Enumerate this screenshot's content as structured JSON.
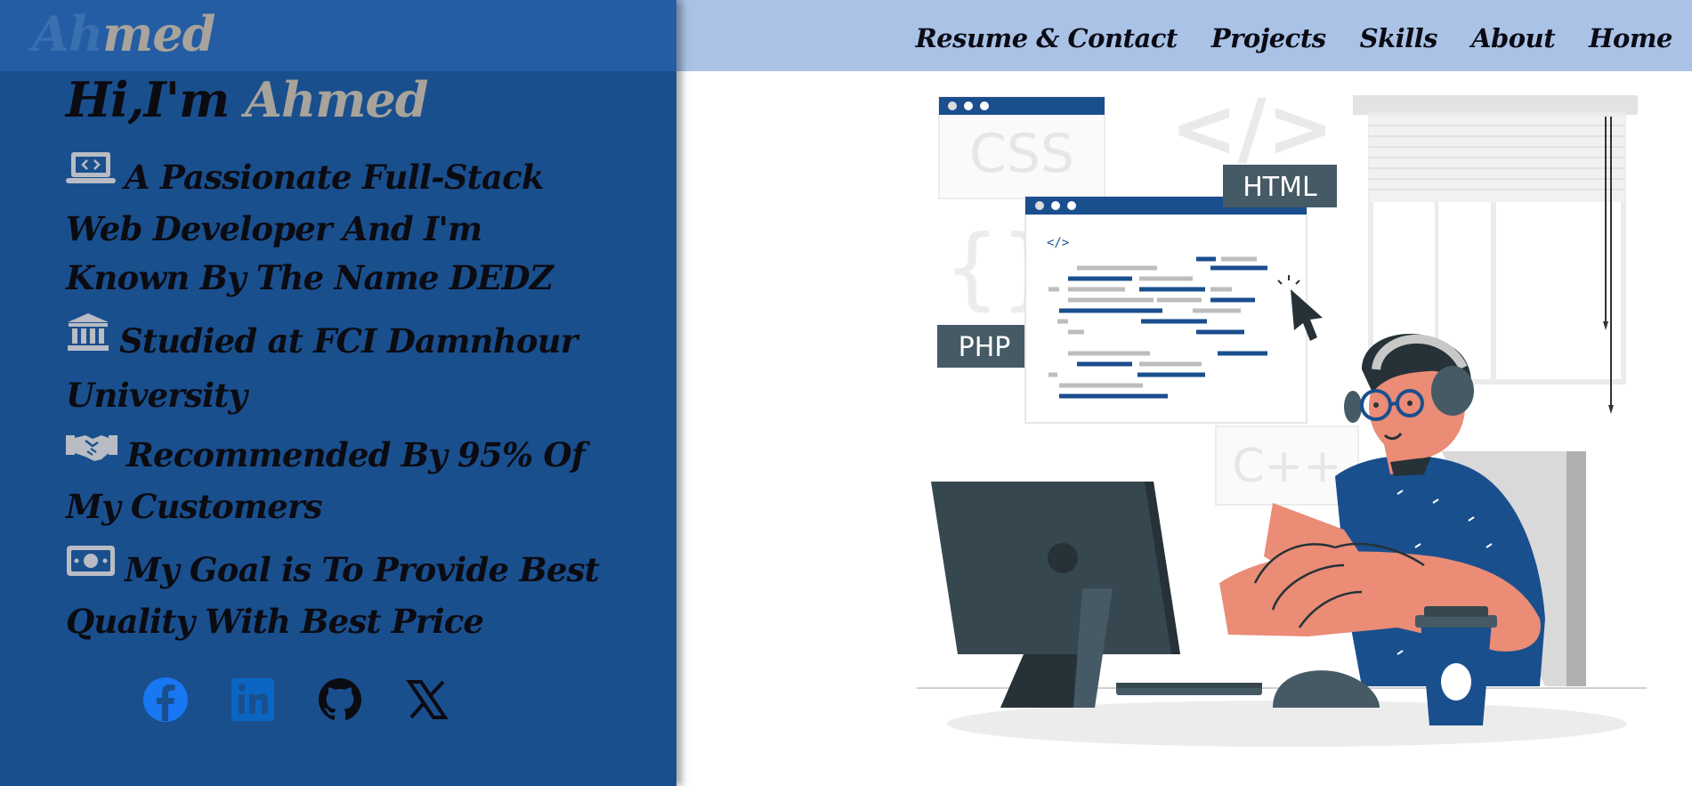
{
  "logo": {
    "part1": "Ah",
    "part2": "med"
  },
  "nav": {
    "items": [
      "Resume & Contact",
      "Projects",
      "Skills",
      "About",
      "Home"
    ]
  },
  "hero": {
    "greeting": "Hi,I'm ",
    "name": "Ahmed"
  },
  "bio": [
    {
      "icon": "code-laptop-icon",
      "text": "A Passionate Full-Stack Web Developer And I'm Known By The Name DEDZ"
    },
    {
      "icon": "university-icon",
      "text": "Studied at FCI Damnhour University"
    },
    {
      "icon": "handshake-icon",
      "text": "Recommended By 95% Of My Customers"
    },
    {
      "icon": "money-icon",
      "text": "My Goal is To Provide Best Quality With Best Price"
    }
  ],
  "socials": [
    "facebook-icon",
    "linkedin-icon",
    "github-icon",
    "x-icon"
  ],
  "illustration": {
    "labels": {
      "css": "CSS",
      "html": "HTML",
      "php": "PHP",
      "cpp": "C++",
      "code_tag": "</>"
    }
  },
  "colors": {
    "left_panel": "#1a4f8e",
    "header_left": "#245da3",
    "nav_bg": "#a9c2e6",
    "name_accent": "#a8a39b",
    "accent_blue": "#1a4f8e"
  }
}
